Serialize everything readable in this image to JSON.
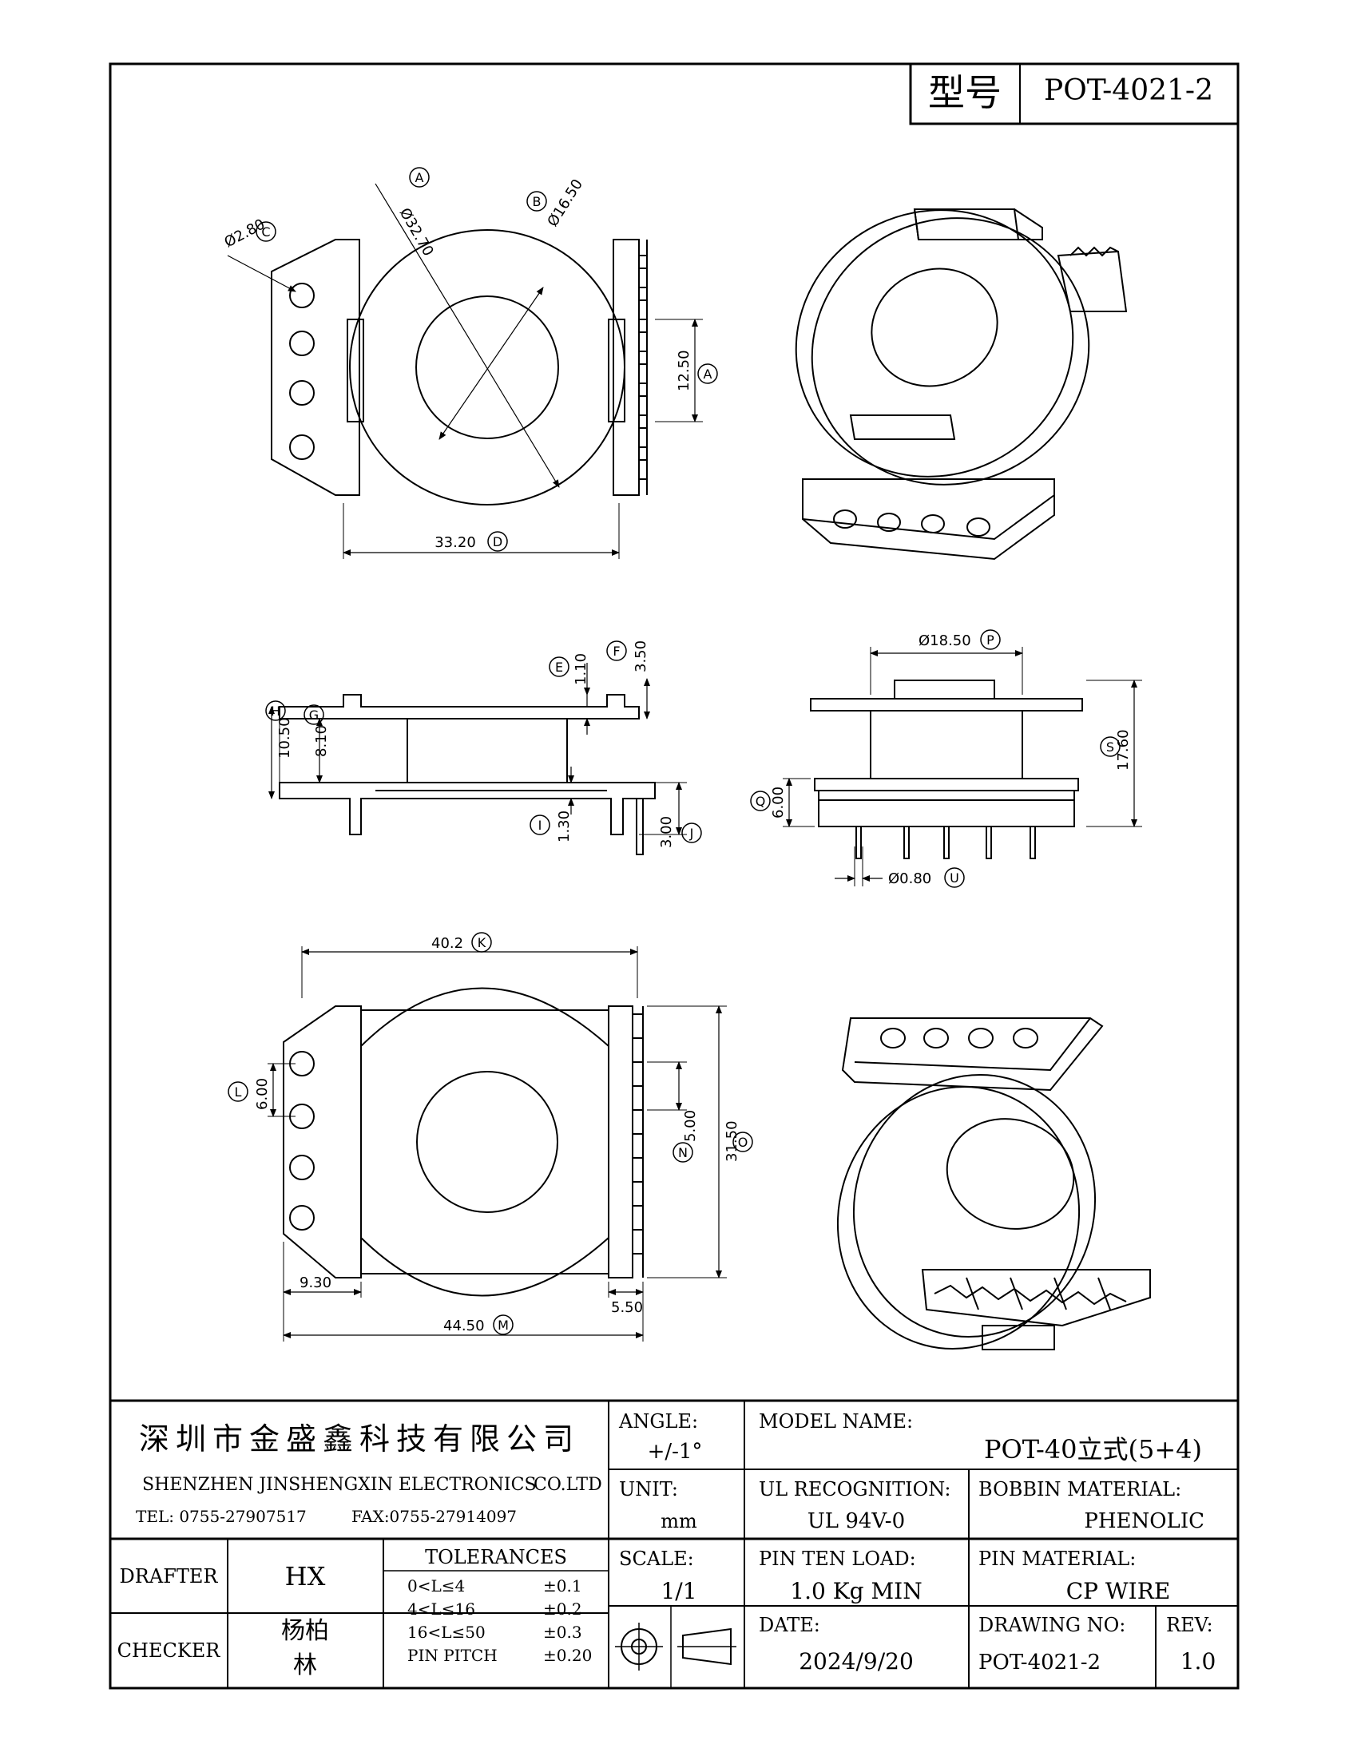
{
  "title_block": {
    "model_label": "型号",
    "model_value": "POT-4021-2",
    "company_cn": "深圳市金盛鑫科技有限公司",
    "company_en_left": "SHENZHEN JINSHENGXIN ELECTRONICS",
    "company_en_right": "CO.LTD",
    "tel": "TEL: 0755-27907517",
    "fax": "FAX:0755-27914097",
    "angle_label": "ANGLE:",
    "angle_value": "+/-1°",
    "model_name_label": "MODEL NAME:",
    "model_name_value": "POT-40立式(5+4)",
    "unit_label": "UNIT:",
    "unit_value": "mm",
    "ul_label": "UL RECOGNITION:",
    "ul_value": "UL 94V-0",
    "bobbin_label": "BOBBIN MATERIAL:",
    "bobbin_value": "PHENOLIC",
    "drafter_label": "DRAFTER",
    "drafter_value": "HX",
    "tolerances_label": "TOLERANCES",
    "tolerance_rows": [
      {
        "range": "0<L≤4",
        "tol": "±0.1"
      },
      {
        "range": "4<L≤16",
        "tol": "±0.2"
      },
      {
        "range": "16<L≤50",
        "tol": "±0.3"
      },
      {
        "range": "PIN PITCH",
        "tol": "±0.20"
      }
    ],
    "scale_label": "SCALE:",
    "scale_value": "1/1",
    "pin_load_label": "PIN TEN LOAD:",
    "pin_load_value": "1.0 Kg MIN",
    "pin_material_label": "PIN MATERIAL:",
    "pin_material_value": "CP WIRE",
    "checker_label": "CHECKER",
    "checker_line1": "杨柏",
    "checker_line2": "林",
    "date_label": "DATE:",
    "date_value": "2024/9/20",
    "drawing_no_label": "DRAWING NO:",
    "drawing_no_value": "POT-4021-2",
    "rev_label": "REV:",
    "rev_value": "1.0"
  },
  "dimensions": {
    "a": {
      "value": "Ø32.70",
      "tag": "A"
    },
    "b": {
      "value": "Ø16.50",
      "tag": "B"
    },
    "c": {
      "value": "Ø2.80",
      "tag": "C"
    },
    "a2": {
      "value": "12.50",
      "tag": "A"
    },
    "d": {
      "value": "33.20",
      "tag": "D"
    },
    "e": {
      "value": "1.10",
      "tag": "E"
    },
    "f": {
      "value": "3.50",
      "tag": "F"
    },
    "h": {
      "value": "10.50",
      "tag": "H"
    },
    "g": {
      "value": "8.10",
      "tag": "G"
    },
    "i": {
      "value": "1.30",
      "tag": "I"
    },
    "j": {
      "value": "3.00",
      "tag": "J"
    },
    "p": {
      "value": "Ø18.50",
      "tag": "P"
    },
    "s": {
      "value": "17.60",
      "tag": "S"
    },
    "q": {
      "value": "6.00",
      "tag": "Q"
    },
    "u": {
      "value": "Ø0.80",
      "tag": "U"
    },
    "k": {
      "value": "40.2",
      "tag": "K"
    },
    "l": {
      "value": "6.00",
      "tag": "L"
    },
    "n": {
      "value": "5.00",
      "tag": "N"
    },
    "o": {
      "value": "31.50",
      "tag": "O"
    },
    "w": {
      "value": "9.30"
    },
    "x": {
      "value": "5.50"
    },
    "m": {
      "value": "44.50",
      "tag": "M"
    }
  }
}
